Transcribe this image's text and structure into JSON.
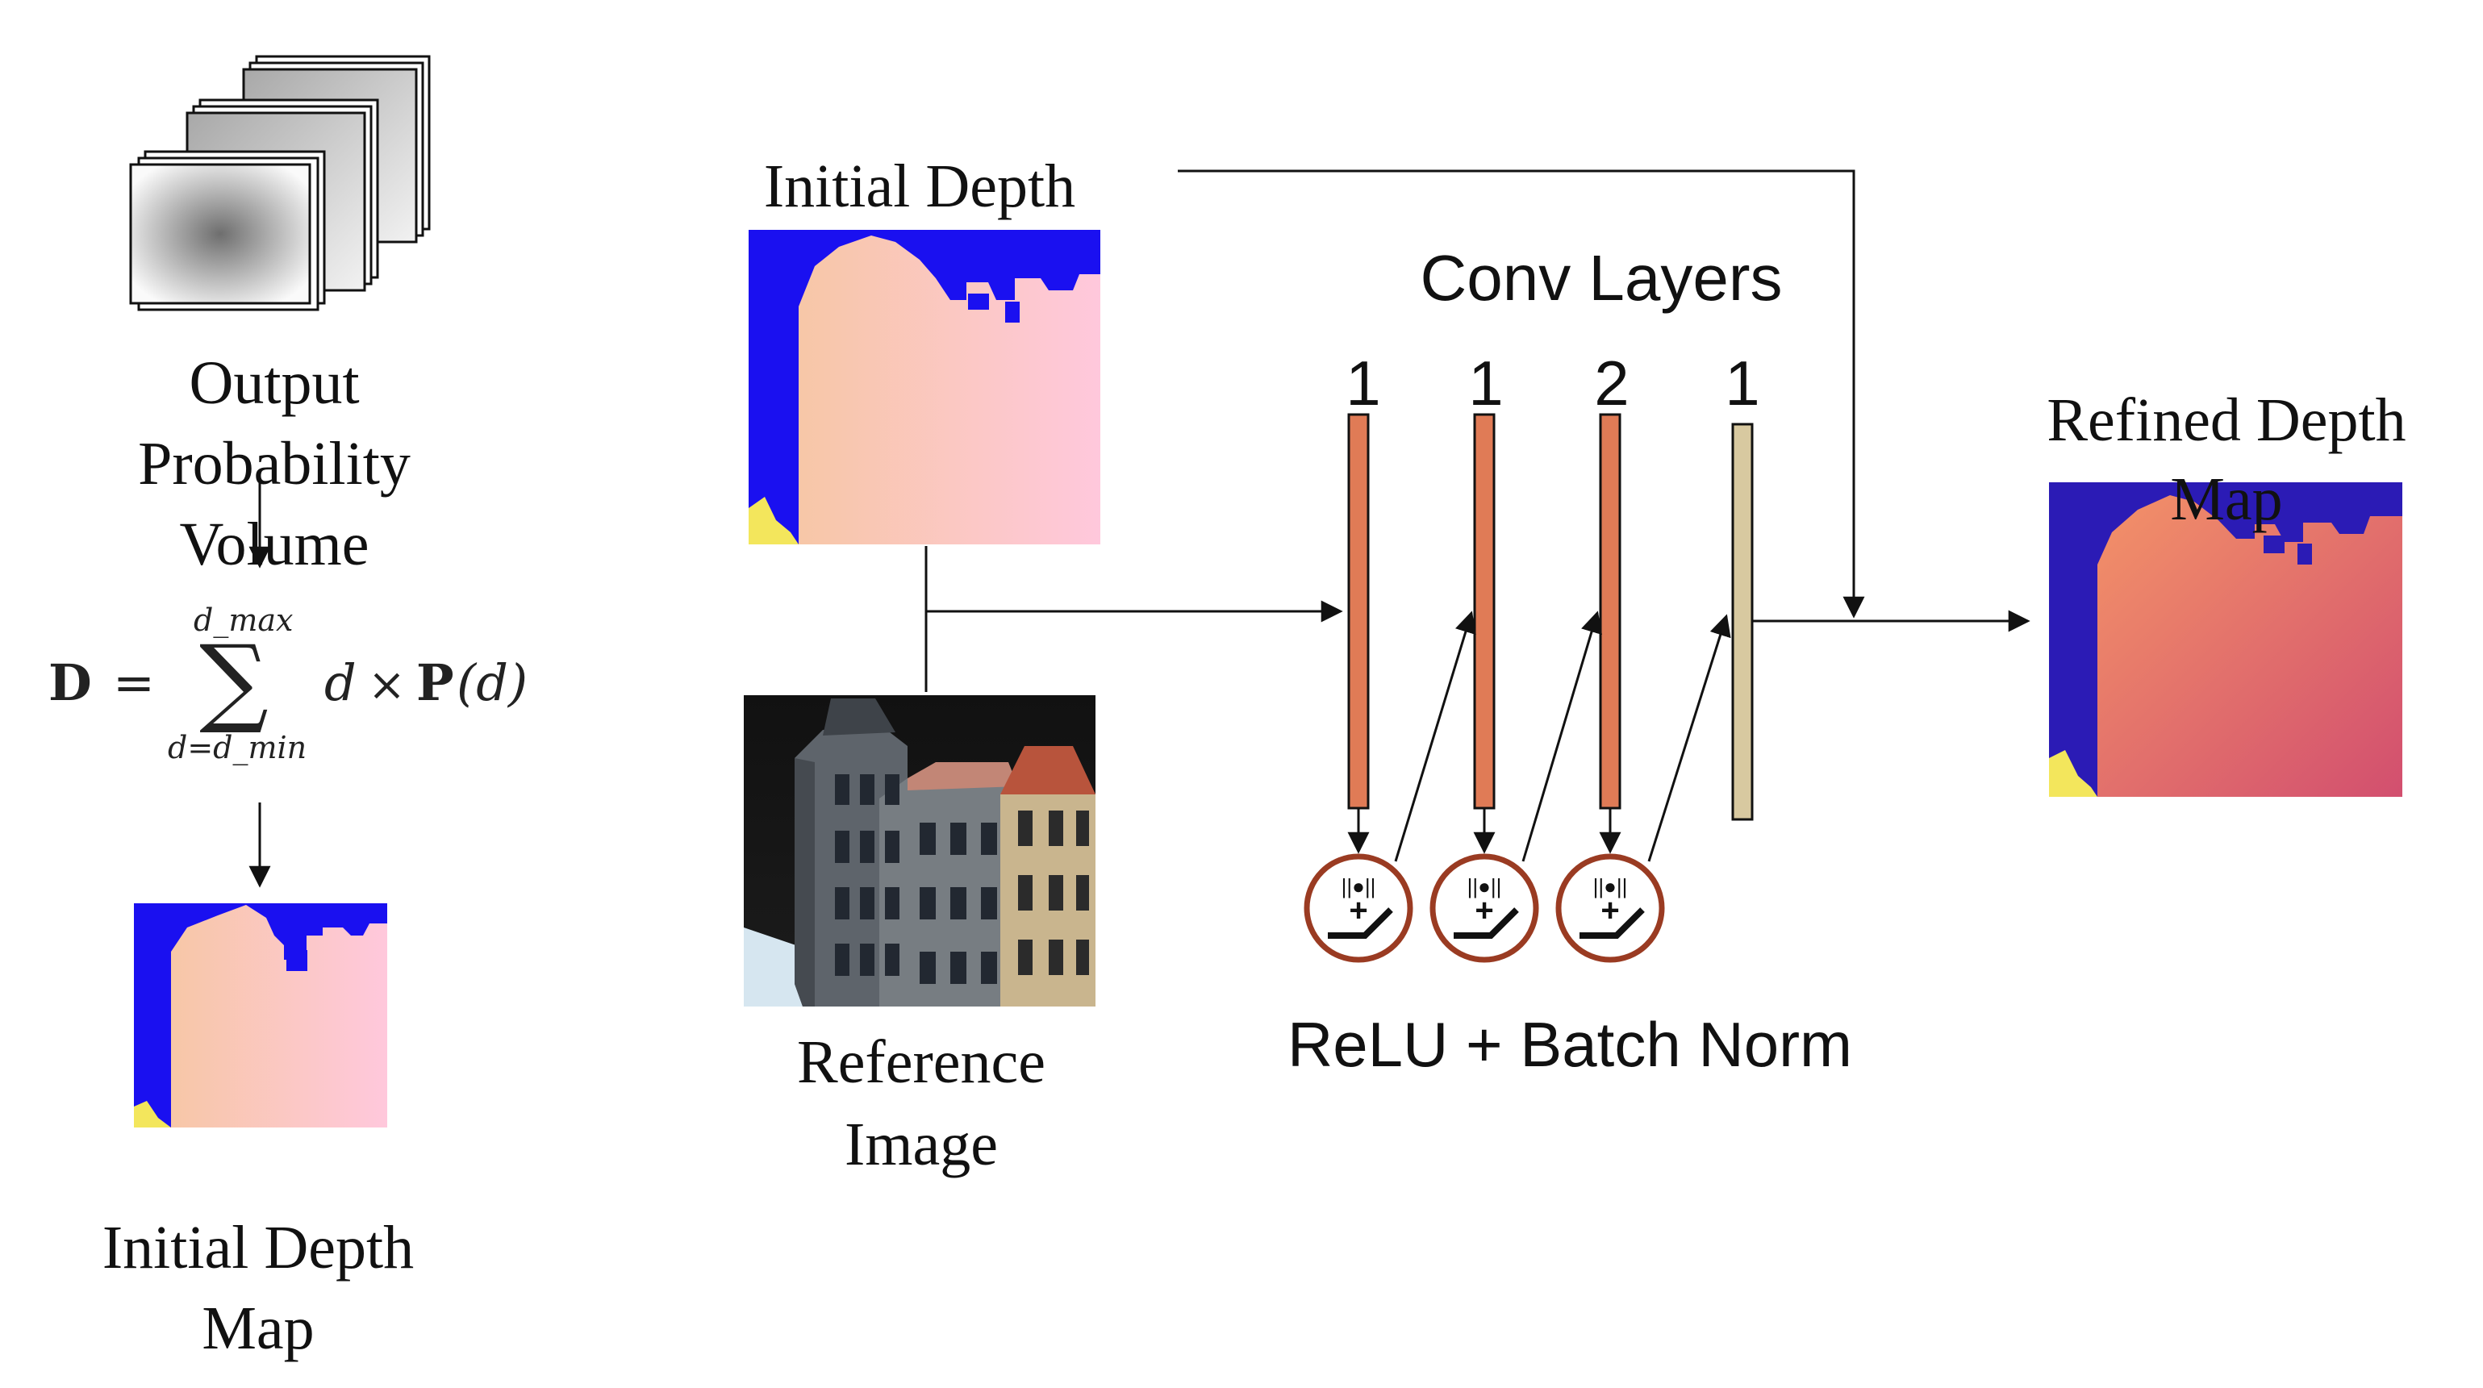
{
  "left_column": {
    "volume_label": [
      "Output",
      "Probability",
      "Volume"
    ],
    "formula": {
      "lhs": "D",
      "equals": "=",
      "sum_upper": "d_max",
      "sum_lower": "d=d_min",
      "body_var": "d",
      "times": "×",
      "prob": "P",
      "arg": "(d)"
    },
    "initial_depth_map_label": [
      "Initial Depth",
      "Map"
    ]
  },
  "center_column": {
    "initial_depth_label": "Initial Depth",
    "reference_image_label": [
      "Reference",
      "Image"
    ]
  },
  "conv_block": {
    "title": "Conv Layers",
    "layer_channels": [
      "1",
      "1",
      "2",
      "1"
    ],
    "activation_label": "ReLU + Batch Norm"
  },
  "output": {
    "refined_label": [
      "Refined Depth",
      "Map"
    ]
  },
  "colors": {
    "depth_background": "#1a10f0",
    "depth_near": "#ffd0e6",
    "depth_far": "#f7c7a7",
    "refined_background": "#2b1bb5",
    "refined_near": "#f08a62",
    "refined_far": "#d3516f",
    "conv_bar": "#e07b56",
    "final_bar": "#d8c9a0",
    "relu_ring": "#9a3b22"
  },
  "icons": {
    "volume": "stacked-volume-icon",
    "relu_bn": "relu-batchnorm-icon"
  }
}
